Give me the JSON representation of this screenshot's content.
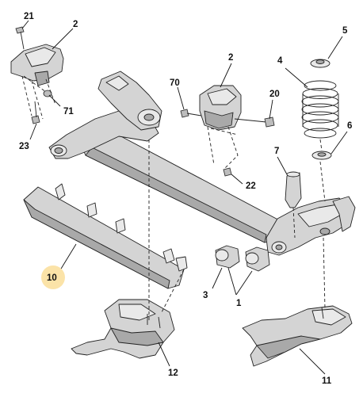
{
  "callouts": [
    {
      "id": "c21",
      "label": "21"
    },
    {
      "id": "c2a",
      "label": "2"
    },
    {
      "id": "c71",
      "label": "71"
    },
    {
      "id": "c23",
      "label": "23"
    },
    {
      "id": "c70",
      "label": "70"
    },
    {
      "id": "c2b",
      "label": "2"
    },
    {
      "id": "c20",
      "label": "20"
    },
    {
      "id": "c5",
      "label": "5"
    },
    {
      "id": "c4",
      "label": "4"
    },
    {
      "id": "c6",
      "label": "6"
    },
    {
      "id": "c7",
      "label": "7"
    },
    {
      "id": "c22",
      "label": "22"
    },
    {
      "id": "c10",
      "label": "10",
      "highlighted": true
    },
    {
      "id": "c3",
      "label": "3"
    },
    {
      "id": "c1",
      "label": "1"
    },
    {
      "id": "c12",
      "label": "12"
    },
    {
      "id": "c11",
      "label": "11"
    }
  ],
  "colors": {
    "part_fill": "#d4d4d4",
    "outline": "#222222",
    "highlight": "#fbe3a8"
  }
}
